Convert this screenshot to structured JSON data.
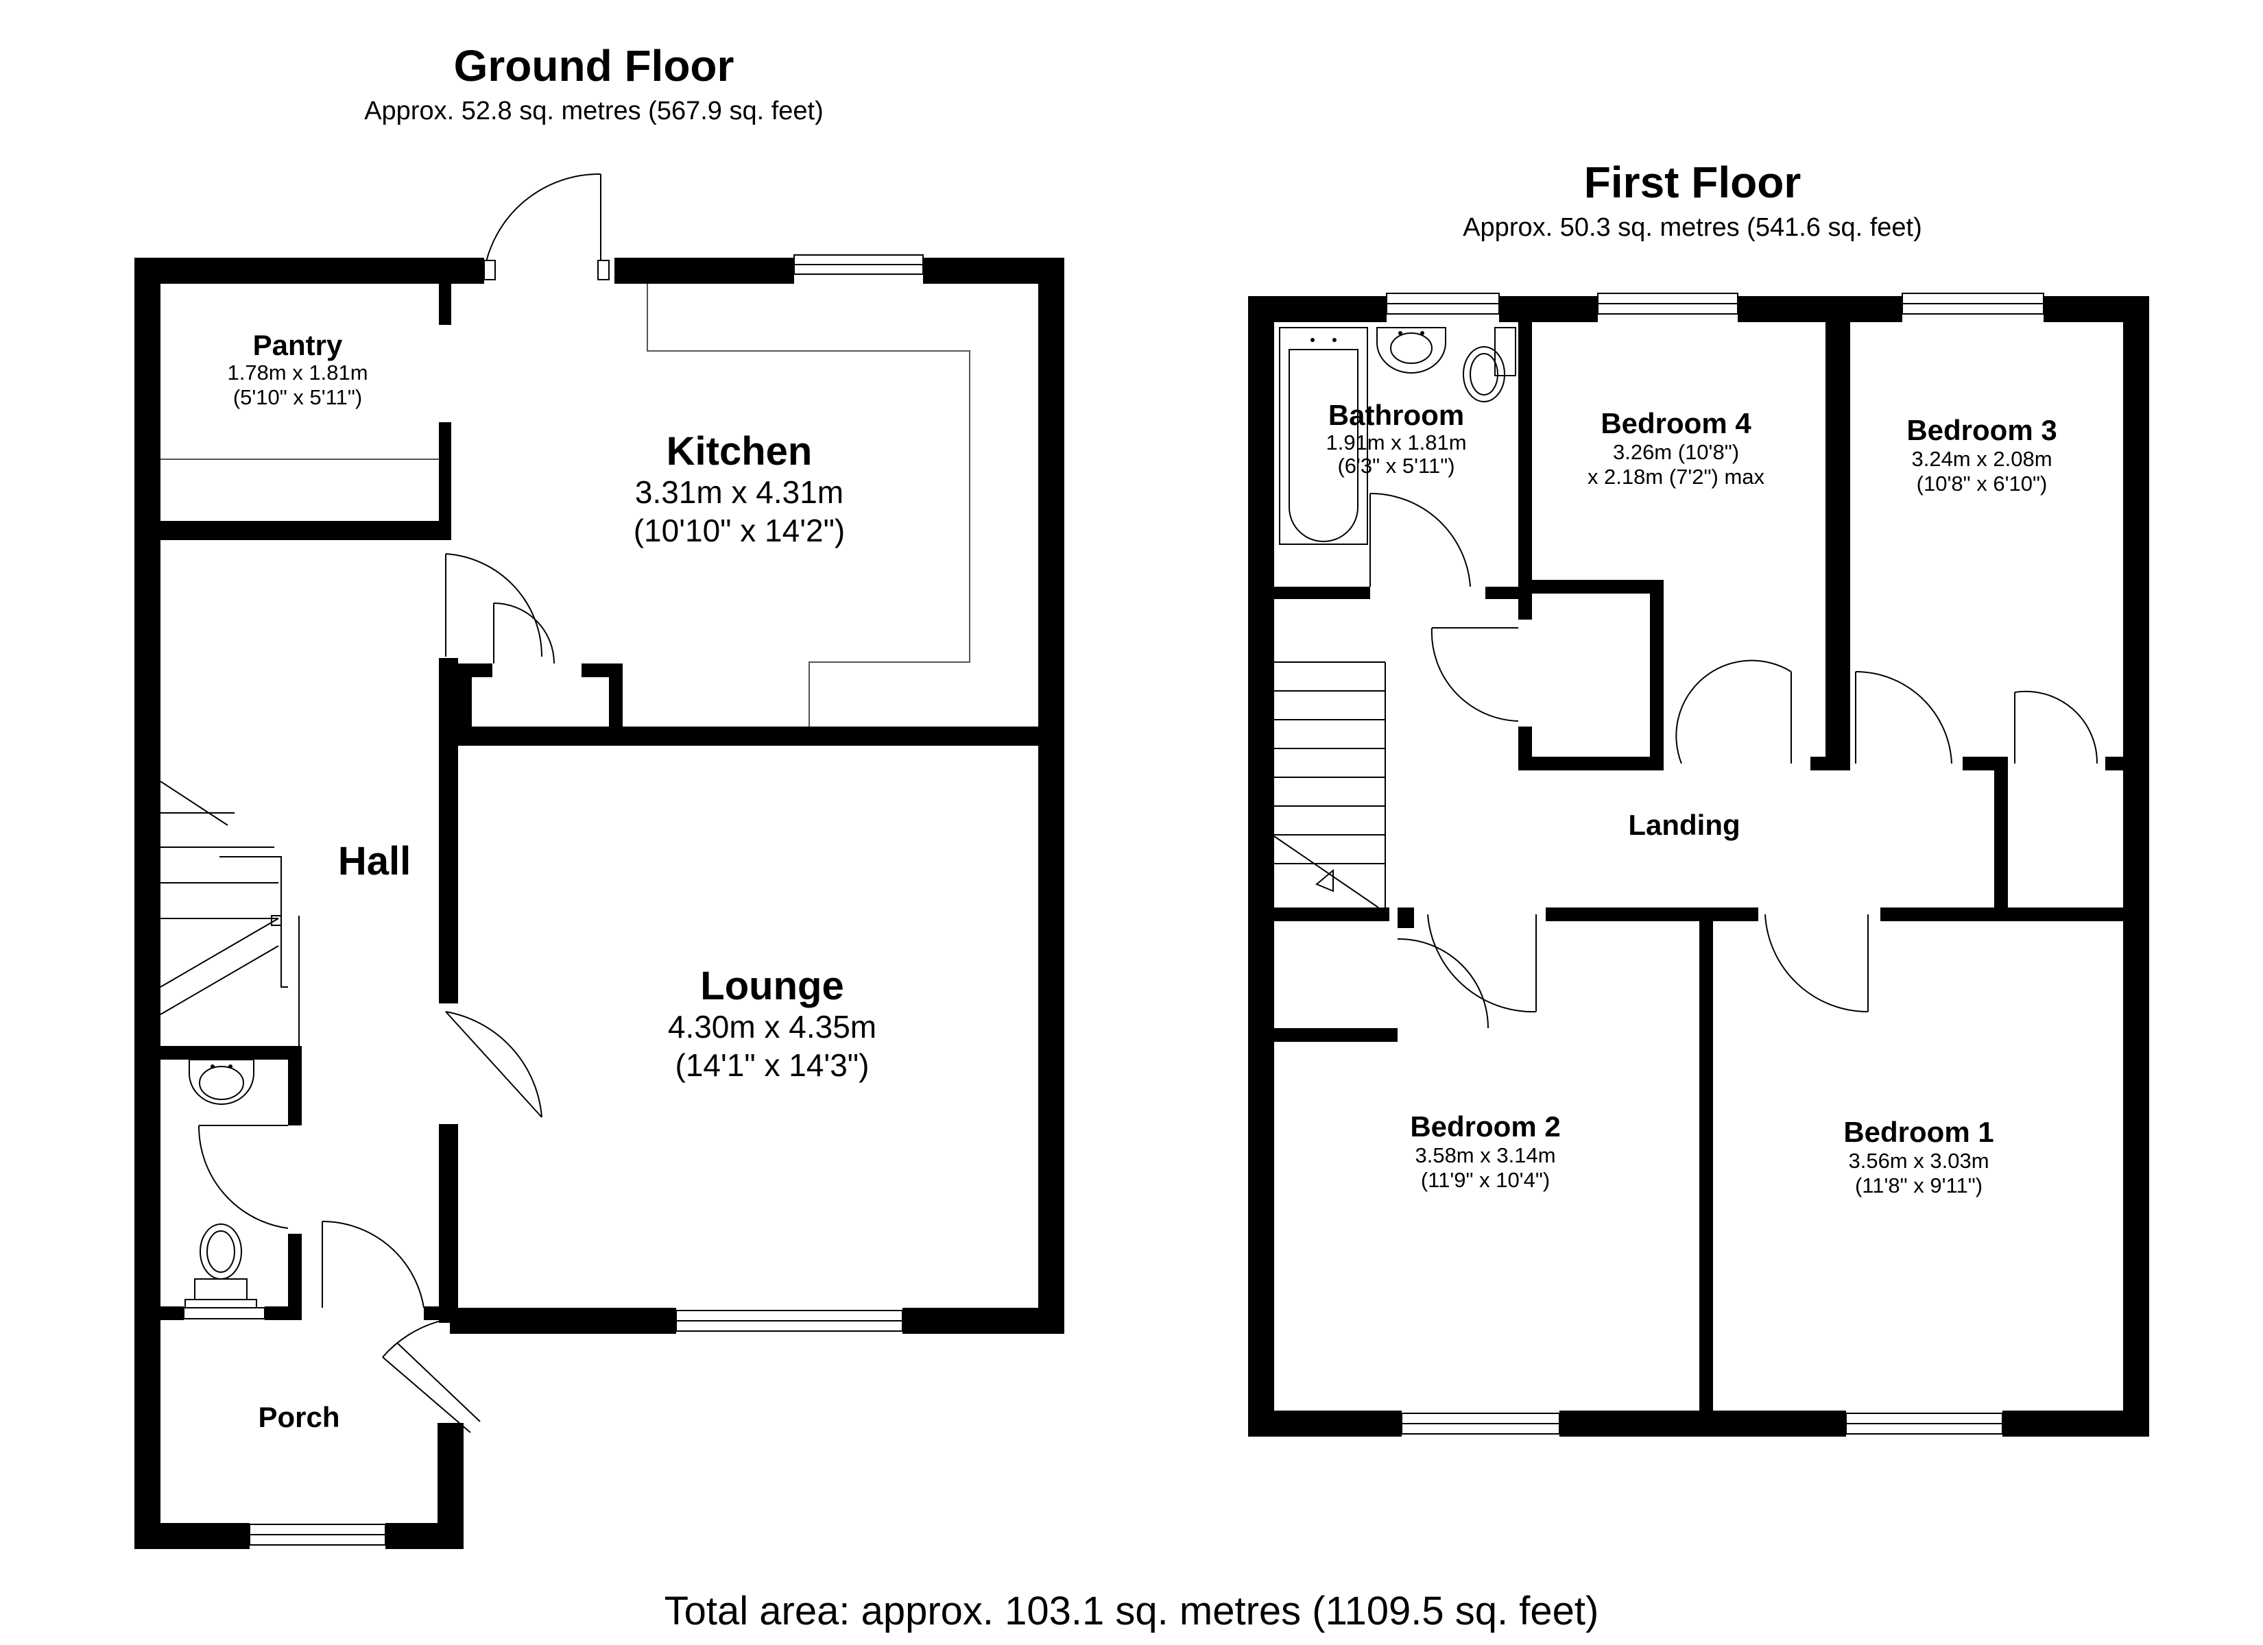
{
  "ground_floor": {
    "title": "Ground Floor",
    "area": "Approx. 52.8 sq. metres (567.9 sq. feet)",
    "rooms": {
      "pantry": {
        "name": "Pantry",
        "dim_m": "1.78m x 1.81m",
        "dim_ft": "(5'10\" x 5'11\")"
      },
      "kitchen": {
        "name": "Kitchen",
        "dim_m": "3.31m x 4.31m",
        "dim_ft": "(10'10\" x 14'2\")"
      },
      "hall": {
        "name": "Hall"
      },
      "lounge": {
        "name": "Lounge",
        "dim_m": "4.30m x 4.35m",
        "dim_ft": "(14'1\" x 14'3\")"
      },
      "porch": {
        "name": "Porch"
      }
    }
  },
  "first_floor": {
    "title": "First Floor",
    "area": "Approx. 50.3 sq. metres (541.6 sq. feet)",
    "rooms": {
      "bathroom": {
        "name": "Bathroom",
        "dim_m": "1.91m x 1.81m",
        "dim_ft": "(6'3\" x 5'11\")"
      },
      "bedroom4": {
        "name": "Bedroom 4",
        "dim_m": "3.26m (10'8\")",
        "dim_ft": "x 2.18m (7'2\") max"
      },
      "bedroom3": {
        "name": "Bedroom 3",
        "dim_m": "3.24m x 2.08m",
        "dim_ft": "(10'8\" x 6'10\")"
      },
      "landing": {
        "name": "Landing"
      },
      "bedroom2": {
        "name": "Bedroom 2",
        "dim_m": "3.58m x 3.14m",
        "dim_ft": "(11'9\" x 10'4\")"
      },
      "bedroom1": {
        "name": "Bedroom 1",
        "dim_m": "3.56m x 3.03m",
        "dim_ft": "(11'8\" x 9'11\")"
      }
    }
  },
  "total_area": "Total area: approx. 103.1 sq. metres (1109.5 sq. feet)"
}
